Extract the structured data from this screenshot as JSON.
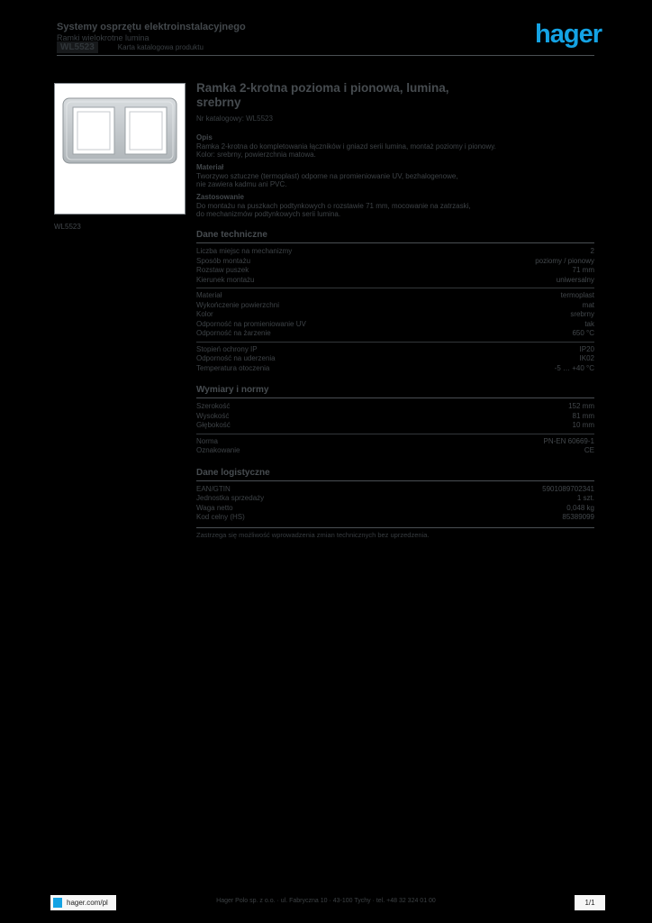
{
  "colors": {
    "background": "#000000",
    "text": "#3e4347",
    "rule": "#4a4f53",
    "brand_blue": "#14a3e4",
    "photo_background": "#ffffff"
  },
  "header": {
    "product_family": "Systemy osprzętu elektroinstalacyjnego",
    "product_group": "Ramki wielokrotne lumina",
    "ref_badge": "WL5523",
    "tab_label": "Karta katalogowa produktu",
    "logo_text": "hager"
  },
  "product": {
    "image_caption": "WL5523",
    "title": "Ramka 2-krotna pozioma i pionowa, lumina, srebrny",
    "subtitle": "Nr katalogowy: WL5523",
    "description_blocks": [
      {
        "heading": "Opis",
        "lines": [
          "Ramka 2-krotna do kompletowania łączników i gniazd serii lumina, montaż poziomy i pionowy.",
          "Kolor: srebrny, powierzchnia matowa."
        ]
      },
      {
        "heading": "Materiał",
        "lines": [
          "Tworzywo sztuczne (termoplast) odporne na promieniowanie UV, bezhalogenowe,",
          "nie zawiera kadmu ani PVC."
        ]
      },
      {
        "heading": "Zastosowanie",
        "lines": [
          "Do montażu na puszkach podtynkowych o rozstawie 71 mm, mocowanie na zatrzaski,",
          "do mechanizmów podtynkowych serii lumina."
        ]
      }
    ]
  },
  "sections": [
    {
      "heading": "Dane techniczne",
      "groups": [
        [
          {
            "label": "Liczba miejsc na mechanizmy",
            "value": "2"
          },
          {
            "label": "Sposób montażu",
            "value": "poziomy / pionowy"
          },
          {
            "label": "Rozstaw puszek",
            "value": "71 mm"
          },
          {
            "label": "Kierunek montażu",
            "value": "uniwersalny"
          }
        ],
        [
          {
            "label": "Materiał",
            "value": "termoplast"
          },
          {
            "label": "Wykończenie powierzchni",
            "value": "mat"
          },
          {
            "label": "Kolor",
            "value": "srebrny"
          },
          {
            "label": "Odporność na promieniowanie UV",
            "value": "tak"
          },
          {
            "label": "Odporność na żarzenie",
            "value": "650 °C"
          }
        ],
        [
          {
            "label": "Stopień ochrony IP",
            "value": "IP20"
          },
          {
            "label": "Odporność na uderzenia",
            "value": "IK02"
          },
          {
            "label": "Temperatura otoczenia",
            "value": "-5 … +40 °C"
          }
        ]
      ]
    },
    {
      "heading": "Wymiary i normy",
      "groups": [
        [
          {
            "label": "Szerokość",
            "value": "152 mm"
          },
          {
            "label": "Wysokość",
            "value": "81 mm"
          },
          {
            "label": "Głębokość",
            "value": "10 mm"
          }
        ],
        [
          {
            "label": "Norma",
            "value": "PN-EN 60669-1"
          },
          {
            "label": "Oznakowanie",
            "value": "CE"
          }
        ]
      ]
    },
    {
      "heading": "Dane logistyczne",
      "groups": [
        [
          {
            "label": "EAN/GTIN",
            "value": "5901089702341"
          },
          {
            "label": "Jednostka sprzedaży",
            "value": "1 szt."
          },
          {
            "label": "Waga netto",
            "value": "0,048 kg"
          },
          {
            "label": "Kod celny (HS)",
            "value": "85389099"
          }
        ]
      ]
    }
  ],
  "footnote": "Zastrzega się możliwość wprowadzenia zmian technicznych bez uprzedzenia.",
  "footer": {
    "website": "hager.com/pl",
    "company_line": "Hager Polo sp. z o.o. · ul. Fabryczna 10 · 43-100 Tychy · tel. +48 32 324 01 00",
    "page_label": "1/1"
  }
}
